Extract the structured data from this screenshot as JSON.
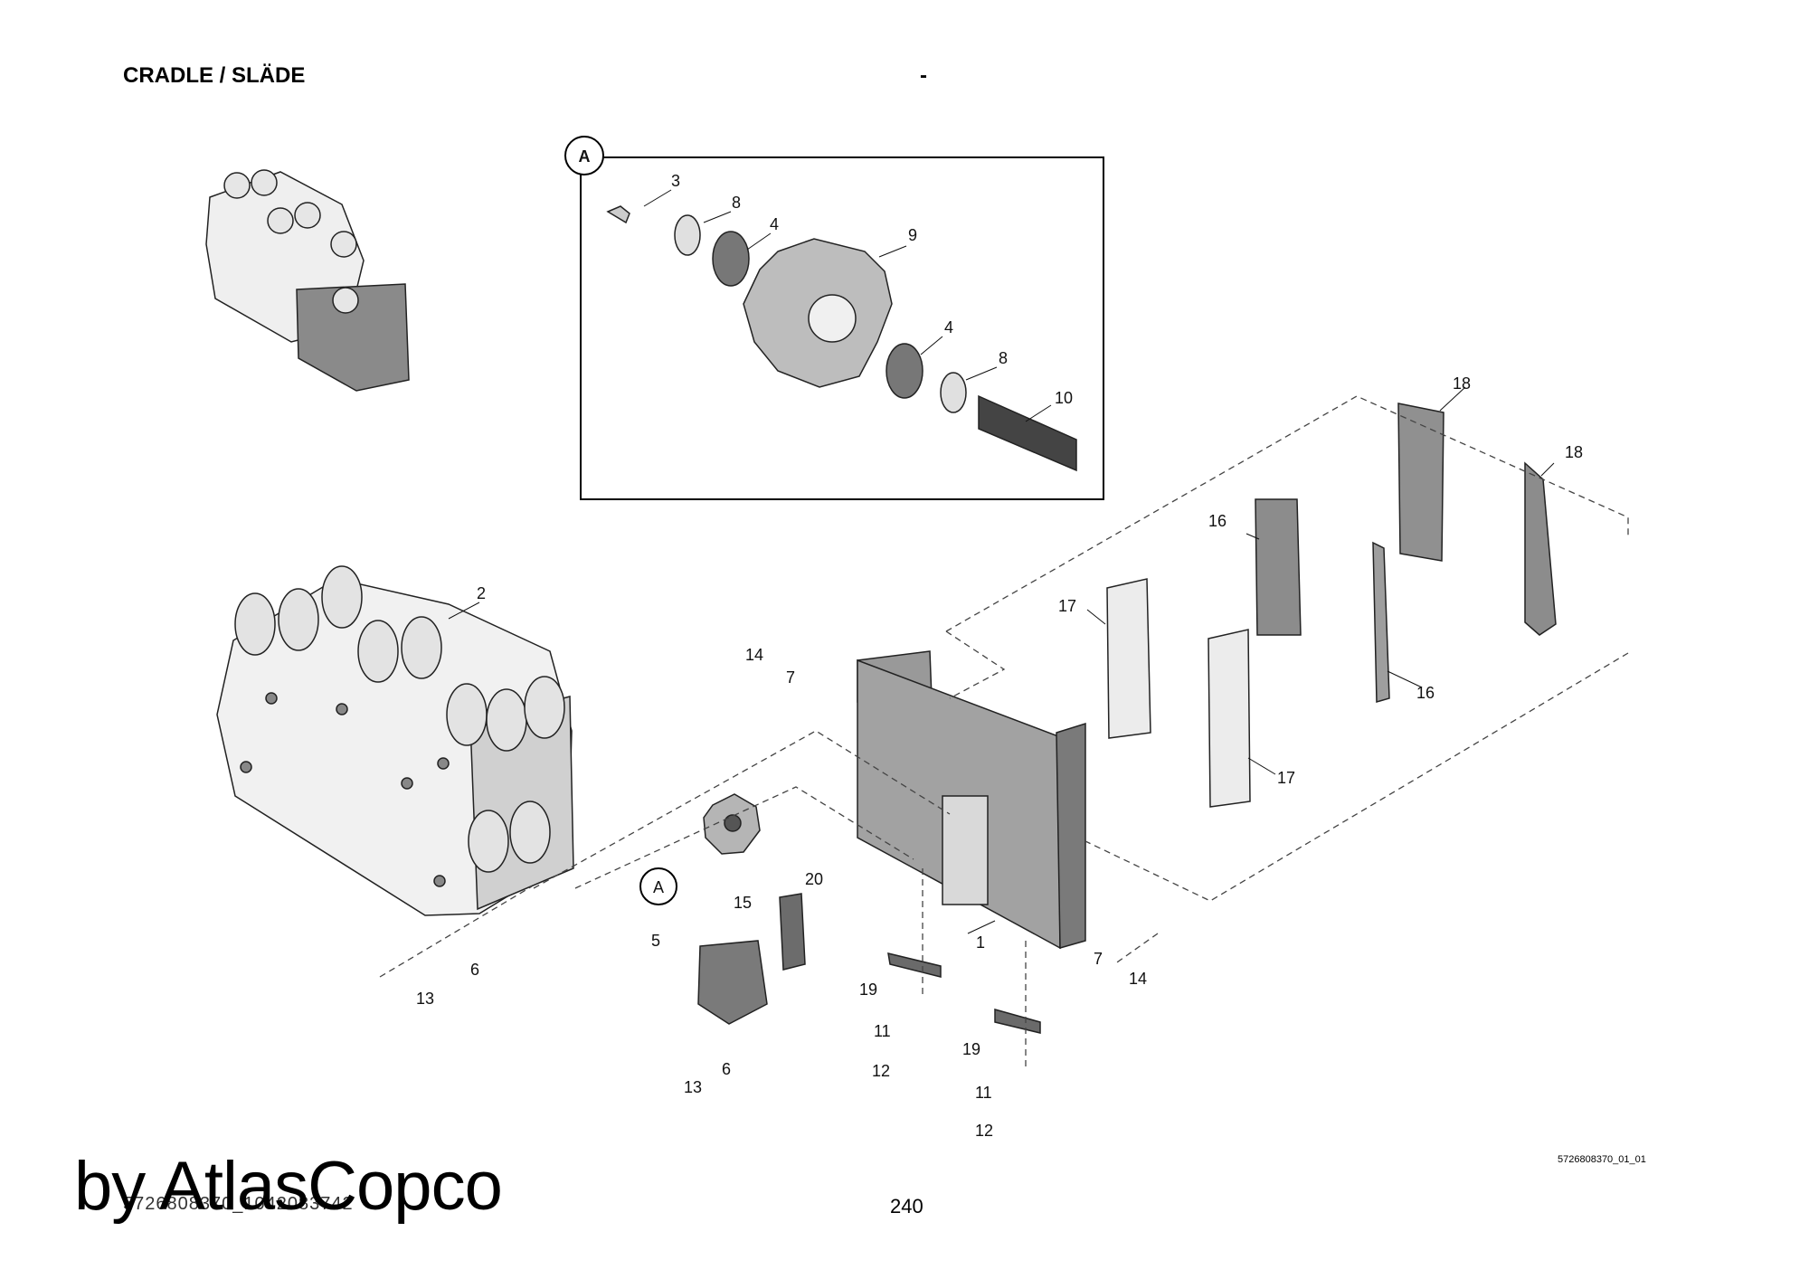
{
  "header": {
    "title": "CRADLE / SLÄDE",
    "dash": "-"
  },
  "detail_label": "A",
  "callouts": {
    "c1": "1",
    "c2": "2",
    "c3": "3",
    "c4a": "4",
    "c4b": "4",
    "c5": "5",
    "c6a": "6",
    "c6b": "6",
    "c7a": "7",
    "c7b": "7",
    "c8a": "8",
    "c8b": "8",
    "c9": "9",
    "c10": "10",
    "c11a": "11",
    "c11b": "11",
    "c12a": "12",
    "c12b": "12",
    "c13a": "13",
    "c13b": "13",
    "c14a": "14",
    "c14b": "14",
    "c15": "15",
    "c16a": "16",
    "c16b": "16",
    "c17a": "17",
    "c17b": "17",
    "c18a": "18",
    "c18b": "18",
    "c19a": "19",
    "c19b": "19",
    "c20": "20"
  },
  "footer": {
    "drawing_id": "5726808370_01_01",
    "doc_code": "5726808370_1042083742",
    "page_number": "240",
    "watermark": "by AtlasCopco"
  }
}
